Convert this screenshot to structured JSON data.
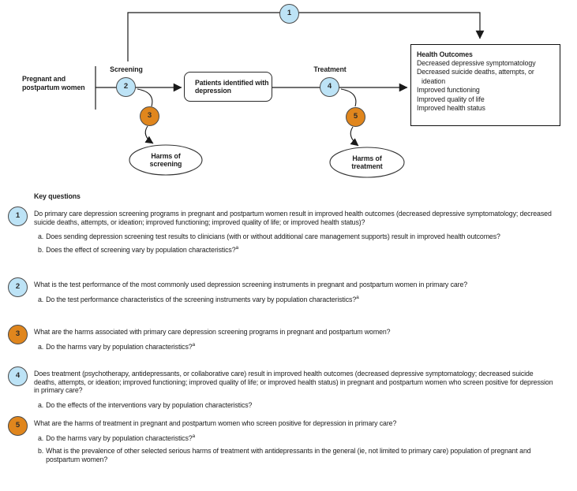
{
  "figure": {
    "population_label": "Pregnant and postpartum women",
    "screening_label": "Screening",
    "treatment_label": "Treatment",
    "patients_box": "Patients identified with depression",
    "harms_screening": "Harms of screening",
    "harms_treatment": "Harms of treatment",
    "health_outcomes": {
      "title": "Health Outcomes",
      "items": [
        "Decreased depressive symptomatology",
        "Decreased suicide deaths, attempts, or ideation",
        "Improved functioning",
        "Improved quality of life",
        "Improved health status"
      ]
    },
    "markers": {
      "kq1": "1",
      "kq2": "2",
      "kq3": "3",
      "kq4": "4",
      "kq5": "5"
    }
  },
  "key_questions": {
    "heading": "Key questions",
    "items": [
      {
        "number": "1",
        "color": "blue",
        "text": "Do primary care depression screening programs in pregnant and postpartum women result in improved health outcomes (decreased depressive symptomatology; decreased suicide deaths, attempts, or ideation; improved functioning; improved quality of life; or improved health status)?",
        "subs": [
          {
            "label": "a.",
            "text": "Does sending depression screening test results to clinicians (with or without additional care management supports) result in improved health outcomes?",
            "sup": ""
          },
          {
            "label": "b.",
            "text": "Does the effect of screening vary by population characteristics?",
            "sup": "a"
          }
        ]
      },
      {
        "number": "2",
        "color": "blue",
        "text": "What is the test performance of the most commonly used depression screening instruments in pregnant and postpartum women in primary care?",
        "subs": [
          {
            "label": "a.",
            "text": "Do the test performance characteristics of the screening instruments vary by population characteristics?",
            "sup": "a"
          }
        ]
      },
      {
        "number": "3",
        "color": "orange",
        "text": "What are the harms associated with primary care depression screening programs in pregnant and postpartum women?",
        "subs": [
          {
            "label": "a.",
            "text": "Do the harms vary by population characteristics?",
            "sup": "a"
          }
        ]
      },
      {
        "number": "4",
        "color": "blue",
        "text": "Does treatment (psychotherapy, antidepressants, or collaborative care) result in improved health outcomes (decreased depressive symptomatology; decreased suicide deaths, attempts, or ideation; improved functioning; improved quality of life; or improved health status) in pregnant and postpartum women who screen positive for depression in primary care?",
        "subs": [
          {
            "label": "a.",
            "text": "Do the effects of the interventions vary by population characteristics?",
            "sup": ""
          }
        ]
      },
      {
        "number": "5",
        "color": "orange",
        "text": "What are the harms of treatment in pregnant and postpartum women who screen positive for depression in primary care?",
        "subs": [
          {
            "label": "a.",
            "text": "Do the harms vary by population characteristics?",
            "sup": "a"
          },
          {
            "label": "b.",
            "text": "What is the prevalence of other selected serious harms of treatment with antidepressants in the general (ie, not limited to primary care) population of pregnant and postpartum women?",
            "sup": ""
          }
        ]
      }
    ]
  },
  "colors": {
    "kq_blue": "#BDE3F6",
    "kq_orange": "#E0861D",
    "line": "#1A1A1A"
  }
}
